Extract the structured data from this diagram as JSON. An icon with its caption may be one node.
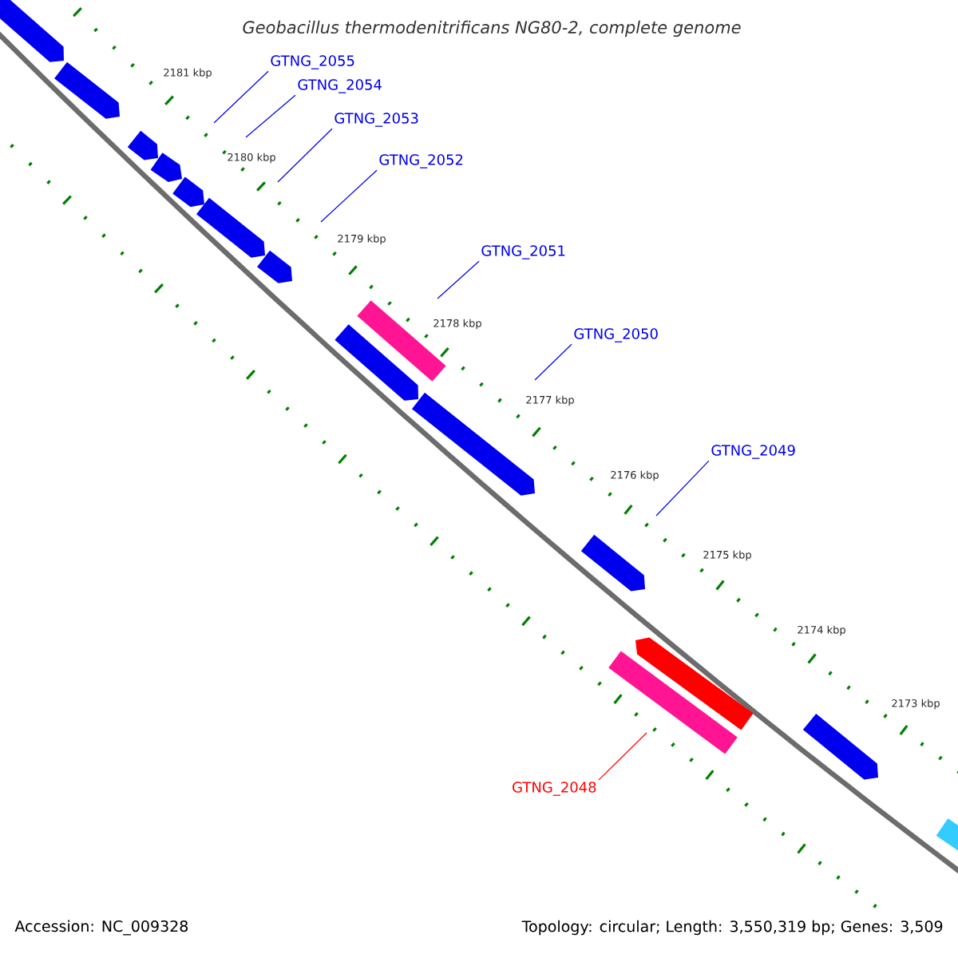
{
  "diagram": {
    "title": "Geobacillus thermodenitrificans NG80-2, complete genome",
    "nodes": [
      {
        "text": [
          "GTNG_2055"
        ]
      },
      {
        "text": [
          "GTNG_2054"
        ]
      },
      {
        "text": [
          "GTNG_2053"
        ]
      },
      {
        "text": [
          "GTNG_2052"
        ]
      },
      {
        "text": [
          "GTNG_2051"
        ]
      },
      {
        "text": [
          "GTNG_2050"
        ]
      },
      {
        "text": [
          "GTNG_2049"
        ]
      },
      {
        "text": [
          "GTNG_2048"
        ]
      }
    ],
    "edges": [
      {
        "from": 0,
        "to": null,
        "arrow": "none"
      },
      {
        "from": 1,
        "to": null,
        "arrow": "none"
      },
      {
        "from": 2,
        "to": null,
        "arrow": "none"
      },
      {
        "from": 3,
        "to": null,
        "arrow": "none"
      },
      {
        "from": 4,
        "to": null,
        "arrow": "none"
      },
      {
        "from": 5,
        "to": null,
        "arrow": "none"
      },
      {
        "from": 6,
        "to": null,
        "arrow": "none"
      },
      {
        "from": 7,
        "to": null,
        "arrow": "none",
        "color": "#ff0000"
      }
    ],
    "labels": [
      "2181 kbp",
      "2180 kbp",
      "2179 kbp",
      "2178 kbp",
      "2177 kbp",
      "2176 kbp",
      "2175 kbp",
      "2174 kbp",
      "2173 kbp",
      "Accession: NC_009328",
      "Topology: circular; Length: 3,550,319 bp; Genes: 3,509"
    ]
  }
}
